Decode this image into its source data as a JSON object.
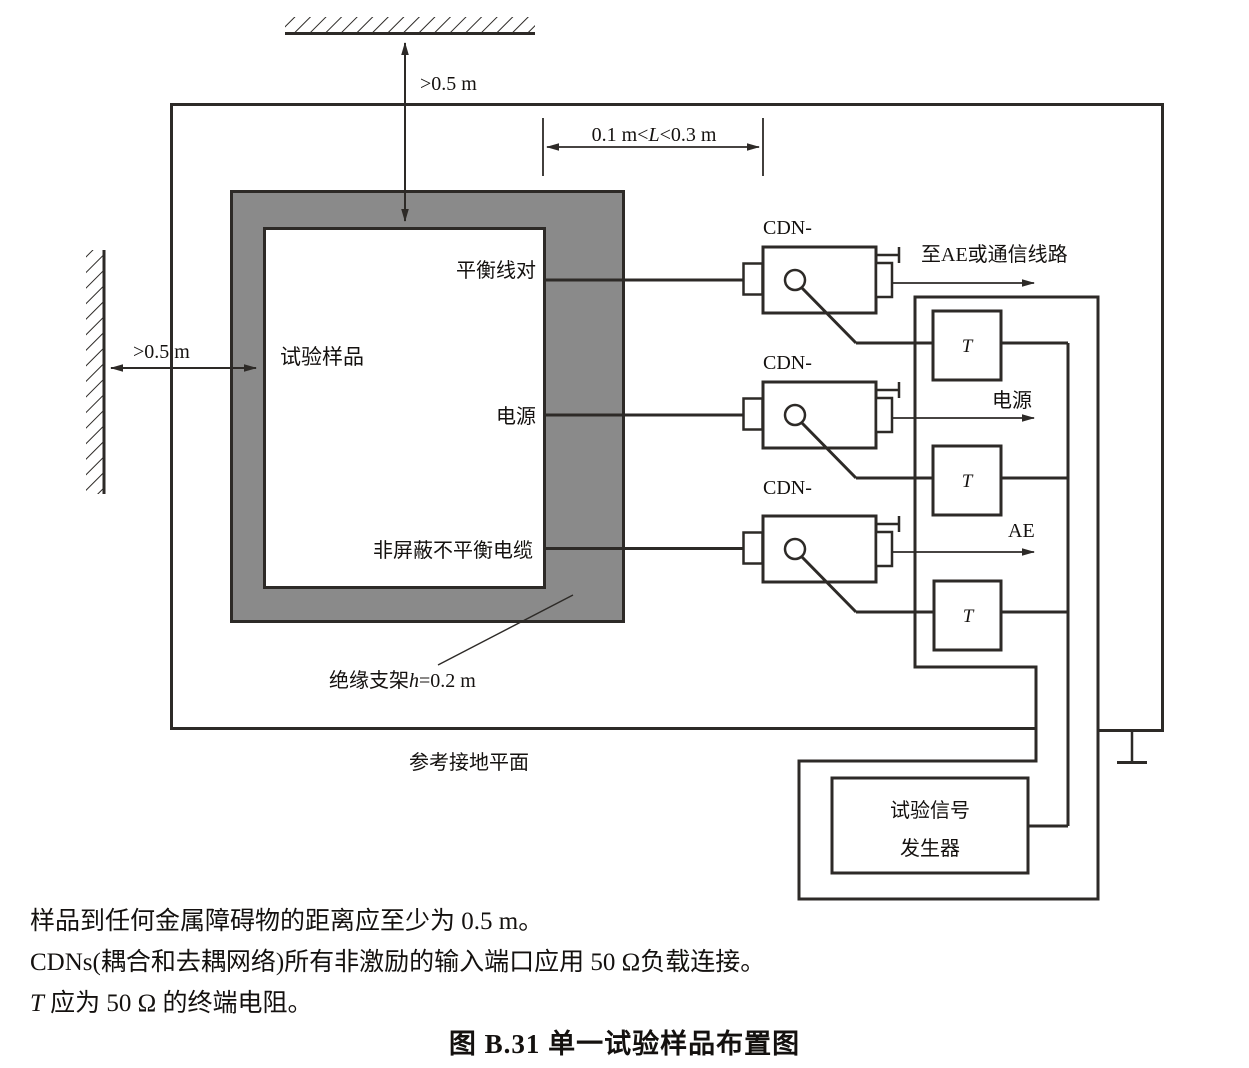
{
  "colors": {
    "line": "#2d2a27",
    "gray_fill": "#8a8a8a",
    "text": "#14110f"
  },
  "walls": {
    "top_clearance": ">0.5 m",
    "left_clearance": ">0.5 m"
  },
  "cable_dim": {
    "pre": "0.1 m<",
    "var": "L",
    "post": "<0.3 m"
  },
  "eut": {
    "label": "试验样品",
    "ports": {
      "balanced": "平衡线对",
      "power": "电源",
      "unshielded": "非屏蔽不平衡电缆"
    }
  },
  "cdn": {
    "label": "CDN-"
  },
  "outputs": {
    "to_ae": "至AE或通信线路",
    "power": "电源",
    "ae": "AE"
  },
  "terminator": {
    "label": "T"
  },
  "generator": {
    "line1": "试验信号",
    "line2": "发生器"
  },
  "support": {
    "pre": "绝缘支架",
    "var": "h",
    "post": "=0.2 m"
  },
  "ground_plane_label": "参考接地平面",
  "notes": {
    "note1": "样品到任何金属障碍物的距离应至少为 0.5 m。",
    "note2": "CDNs(耦合和去耦网络)所有非激励的输入端口应用 50 Ω负载连接。",
    "note3_var": "T",
    "note3_rest": " 应为 50 Ω 的终端电阻。"
  },
  "title": "图 B.31  单一试验样品布置图"
}
